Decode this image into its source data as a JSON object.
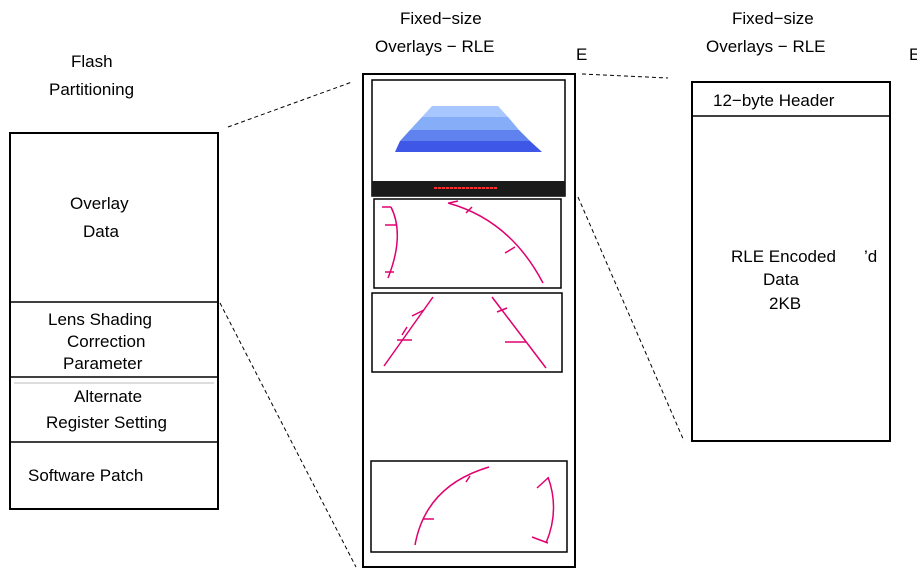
{
  "flash": {
    "title_line1": "Flash",
    "title_line2": "Partitioning",
    "sections": {
      "overlay_line1": "Overlay",
      "overlay_line2": "Data",
      "lens_line1": "Lens Shading",
      "lens_line2": "Correction",
      "lens_line3": "Parameter",
      "alt_line1": "Alternate",
      "alt_line2": "Register Setting",
      "software": "Software Patch"
    }
  },
  "overlays_column": {
    "title_line1": "Fixed−size",
    "title_line2": "Overlays − RLE",
    "stray_letter": "E",
    "colors": {
      "guide_pink": "#e0006f",
      "pyramid_top": "#a8c6ff",
      "pyramid_mid": "#7ea5f5",
      "pyramid_bottom": "#3f57e6",
      "bar_dark": "#1a1a1a",
      "bar_red": "#ff2a2a"
    }
  },
  "rle_column": {
    "title_line1": "Fixed−size",
    "title_line2": "Overlays − RLE",
    "stray_letter": "E",
    "header": "12−byte Header",
    "body_line1": "RLE Encoded",
    "body_line2": "Data",
    "body_line3": "2KB",
    "stray_fragment": "’d"
  }
}
